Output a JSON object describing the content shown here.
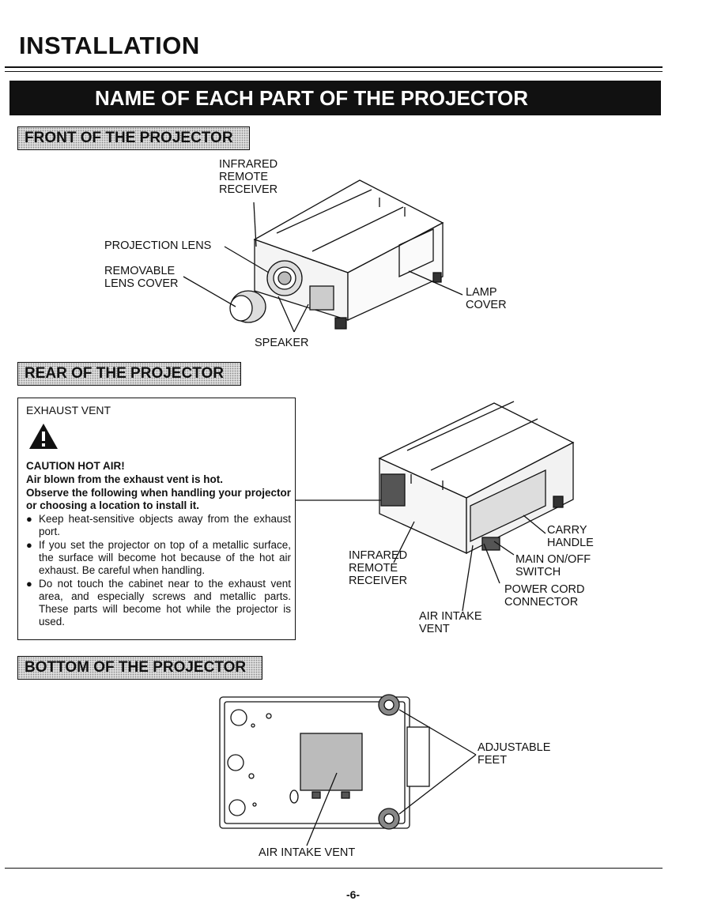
{
  "page_title": "INSTALLATION",
  "banner_title": "NAME OF EACH PART OF THE PROJECTOR",
  "front": {
    "header": "FRONT OF THE PROJECTOR",
    "labels": {
      "infrared": "INFRARED\nREMOTE\nRECEIVER",
      "projection_lens": "PROJECTION LENS",
      "lens_cover": "REMOVABLE\nLENS COVER",
      "lamp_cover": "LAMP\nCOVER",
      "speaker": "SPEAKER"
    }
  },
  "rear": {
    "header": "REAR OF THE PROJECTOR",
    "caution": {
      "exhaust_vent": "EXHAUST VENT",
      "title": "CAUTION HOT AIR!",
      "line1": "Air blown from the exhaust vent is hot.",
      "line2": "Observe the following when handling your projector or choosing a location to install it.",
      "bullets": [
        "Keep heat-sensitive objects away from the exhaust port.",
        "If you set the projector on top of a metallic surface, the surface will become hot because of the hot air exhaust. Be careful when handling.",
        "Do not touch the cabinet near to the exhaust vent area, and especially screws and metallic parts. These parts will become hot while the projector is used."
      ]
    },
    "labels": {
      "carry_handle": "CARRY\nHANDLE",
      "main_switch": "MAIN ON/OFF\nSWITCH",
      "power_cord": "POWER CORD\nCONNECTOR",
      "infrared": "INFRARED\nREMOTE\nRECEIVER",
      "air_intake": "AIR INTAKE\nVENT"
    }
  },
  "bottom": {
    "header": "BOTTOM OF THE PROJECTOR",
    "labels": {
      "adjustable_feet": "ADJUSTABLE\nFEET",
      "air_intake": "AIR INTAKE VENT"
    }
  },
  "page_number": "-6-"
}
